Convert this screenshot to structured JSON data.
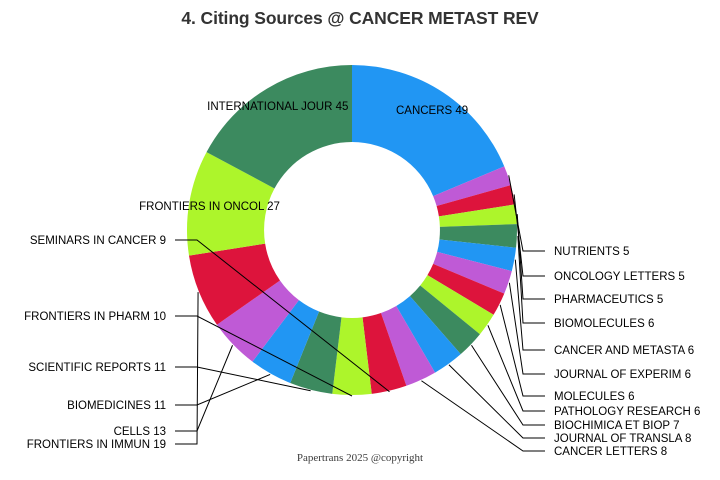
{
  "chart_data": {
    "type": "pie",
    "variant": "donut",
    "title": "4. Citing Sources @ CANCER METAST REV",
    "footer": "Papertrans 2025 @copyright",
    "total": 273,
    "start_angle_deg": 0,
    "direction": "clockwise",
    "hole_ratio": 0.533,
    "legend": "none",
    "grid": false,
    "labels": [
      "CANCERS",
      "NUTRIENTS",
      "ONCOLOGY LETTERS",
      "PHARMACEUTICS",
      "BIOMOLECULES",
      "CANCER AND METASTA",
      "JOURNAL OF EXPERIM",
      "MOLECULES",
      "PATHOLOGY RESEARCH",
      "BIOCHIMICA ET BIOP",
      "JOURNAL OF TRANSLA",
      "CANCER LETTERS",
      "SEMINARS IN CANCER",
      "FRONTIERS IN PHARM",
      "SCIENTIFIC REPORTS",
      "BIOMEDICINES",
      "CELLS",
      "FRONTIERS IN IMMUN",
      "FRONTIERS IN ONCOL",
      "INTERNATIONAL JOUR"
    ],
    "values": [
      49,
      5,
      5,
      5,
      6,
      6,
      6,
      6,
      6,
      7,
      8,
      8,
      9,
      10,
      11,
      11,
      13,
      19,
      27,
      45
    ],
    "colors": [
      "#2196f3",
      "#bf5ad6",
      "#dd143c",
      "#adf52b",
      "#3c8a5f"
    ],
    "slices": [
      {
        "label": "CANCERS",
        "value": 49,
        "text": "CANCERS 49",
        "color": "#2196f3",
        "placement": "inside"
      },
      {
        "label": "NUTRIENTS",
        "value": 5,
        "text": "NUTRIENTS 5",
        "color": "#bf5ad6",
        "placement": "right"
      },
      {
        "label": "ONCOLOGY LETTERS",
        "value": 5,
        "text": "ONCOLOGY LETTERS 5",
        "color": "#dd143c",
        "placement": "right"
      },
      {
        "label": "PHARMACEUTICS",
        "value": 5,
        "text": "PHARMACEUTICS 5",
        "color": "#adf52b",
        "placement": "right"
      },
      {
        "label": "BIOMOLECULES",
        "value": 6,
        "text": "BIOMOLECULES 6",
        "color": "#3c8a5f",
        "placement": "right"
      },
      {
        "label": "CANCER AND METASTA",
        "value": 6,
        "text": "CANCER AND METASTA 6",
        "color": "#2196f3",
        "placement": "right"
      },
      {
        "label": "JOURNAL OF EXPERIM",
        "value": 6,
        "text": "JOURNAL OF EXPERIM 6",
        "color": "#bf5ad6",
        "placement": "right"
      },
      {
        "label": "MOLECULES",
        "value": 6,
        "text": "MOLECULES 6",
        "color": "#dd143c",
        "placement": "right"
      },
      {
        "label": "PATHOLOGY RESEARCH",
        "value": 6,
        "text": "PATHOLOGY RESEARCH 6",
        "color": "#adf52b",
        "placement": "right"
      },
      {
        "label": "BIOCHIMICA ET BIOP",
        "value": 7,
        "text": "BIOCHIMICA ET BIOP 7",
        "color": "#3c8a5f",
        "placement": "right"
      },
      {
        "label": "JOURNAL OF TRANSLA",
        "value": 8,
        "text": "JOURNAL OF TRANSLA 8",
        "color": "#2196f3",
        "placement": "right"
      },
      {
        "label": "CANCER LETTERS",
        "value": 8,
        "text": "CANCER LETTERS 8",
        "color": "#bf5ad6",
        "placement": "right"
      },
      {
        "label": "SEMINARS IN CANCER",
        "value": 9,
        "text": "SEMINARS IN CANCER 9",
        "color": "#dd143c",
        "placement": "left"
      },
      {
        "label": "FRONTIERS IN PHARM",
        "value": 10,
        "text": "FRONTIERS IN PHARM 10",
        "color": "#adf52b",
        "placement": "left"
      },
      {
        "label": "SCIENTIFIC REPORTS",
        "value": 11,
        "text": "SCIENTIFIC REPORTS 11",
        "color": "#3c8a5f",
        "placement": "left"
      },
      {
        "label": "BIOMEDICINES",
        "value": 11,
        "text": "BIOMEDICINES 11",
        "color": "#2196f3",
        "placement": "left"
      },
      {
        "label": "CELLS",
        "value": 13,
        "text": "CELLS 13",
        "color": "#bf5ad6",
        "placement": "left"
      },
      {
        "label": "FRONTIERS IN IMMUN",
        "value": 19,
        "text": "FRONTIERS IN IMMUN 19",
        "color": "#dd143c",
        "placement": "left"
      },
      {
        "label": "FRONTIERS IN ONCOL",
        "value": 27,
        "text": "FRONTIERS IN ONCOL 27",
        "color": "#adf52b",
        "placement": "inside"
      },
      {
        "label": "INTERNATIONAL JOUR",
        "value": 45,
        "text": "INTERNATIONAL JOUR 45",
        "color": "#3c8a5f",
        "placement": "inside"
      }
    ]
  }
}
